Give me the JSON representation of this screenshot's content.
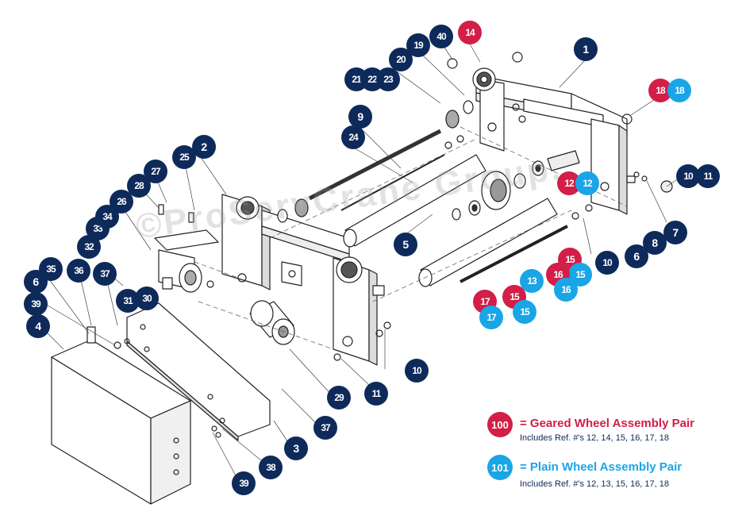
{
  "watermark": "©ProServCrane Group.",
  "colors": {
    "navy": "#0e2a5a",
    "red": "#d31e47",
    "blue": "#1aa5e6"
  },
  "callouts": {
    "c1": "1",
    "c2": "2",
    "c3": "3",
    "c4": "4",
    "c5": "5",
    "c6a": "6",
    "c6b": "6",
    "c7": "7",
    "c8": "8",
    "c9": "9",
    "c10a": "10",
    "c10b": "10",
    "c10c": "10",
    "c11a": "11",
    "c11b": "11",
    "c12r": "12",
    "c12b": "12",
    "c13": "13",
    "c14": "14",
    "c15r1": "15",
    "c15b1": "15",
    "c15r2": "15",
    "c15b2": "15",
    "c16r": "16",
    "c16b": "16",
    "c17r": "17",
    "c17b": "17",
    "c18r": "18",
    "c18b": "18",
    "c19": "19",
    "c20": "20",
    "c21": "21",
    "c22": "22",
    "c23": "23",
    "c24": "24",
    "c25": "25",
    "c26": "26",
    "c27": "27",
    "c28": "28",
    "c29": "29",
    "c30": "30",
    "c31": "31",
    "c32": "32",
    "c33": "33",
    "c34": "34",
    "c35": "35",
    "c36": "36",
    "c37a": "37",
    "c37b": "37",
    "c38": "38",
    "c39a": "39",
    "c39b": "39",
    "c40": "40"
  },
  "legend": [
    {
      "badge": "100",
      "title": "= Geared Wheel Assembly Pair",
      "note": "Includes Ref. #'s 12, 14, 15, 16, 17, 18"
    },
    {
      "badge": "101",
      "title": "= Plain Wheel Assembly Pair",
      "note": "Includes Ref. #'s 12, 13, 15, 16, 17, 18"
    }
  ]
}
